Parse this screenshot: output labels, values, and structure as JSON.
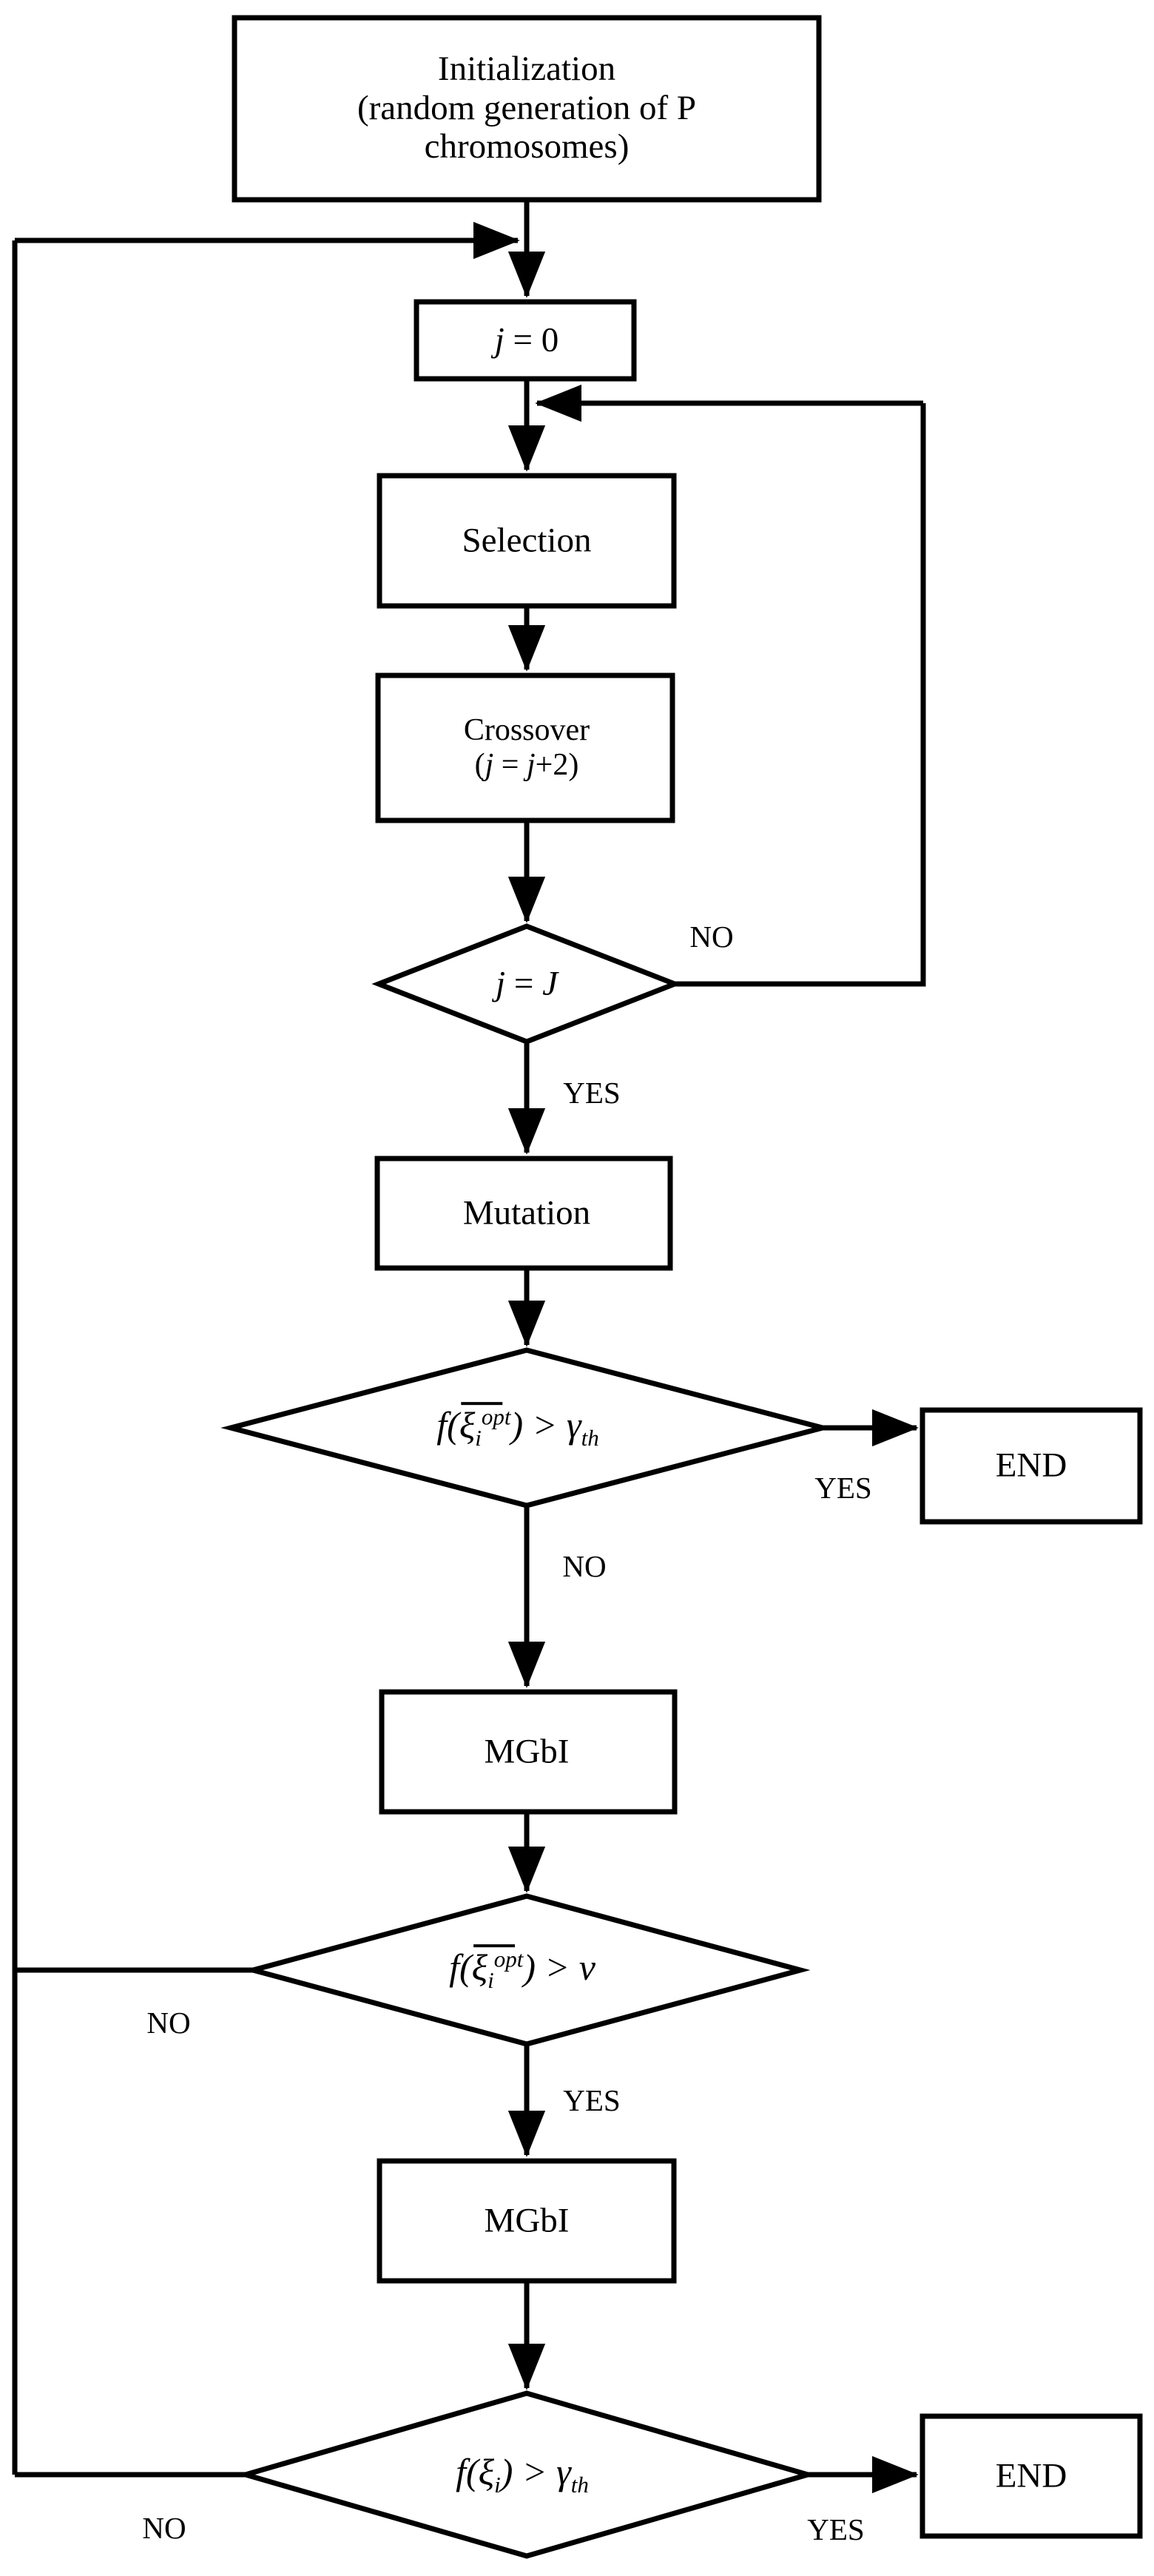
{
  "diagram": {
    "title": "Genetic algorithm with MGbI flowchart",
    "colors": {
      "stroke": "#000000",
      "fill": "#ffffff",
      "background": "#ffffff"
    }
  },
  "nodes": {
    "init": {
      "type": "process",
      "line1": "Initialization",
      "line2": "(random generation of P",
      "line3": "chromosomes)"
    },
    "j_init": {
      "type": "process",
      "text_j": "j",
      "text_rest": " = 0"
    },
    "selection": {
      "type": "process",
      "label": "Selection"
    },
    "crossover": {
      "type": "process",
      "line1": "Crossover",
      "line2_open": "(",
      "line2_j1": "j",
      "line2_eq": " = ",
      "line2_j2": "j",
      "line2_tail": "+2)"
    },
    "decide_j": {
      "type": "decision",
      "lhs": "j",
      "mid": " = ",
      "rhs": "J"
    },
    "mutation": {
      "type": "process",
      "label": "Mutation"
    },
    "decide_fopt_gamma": {
      "type": "decision",
      "f": "f",
      "open": "(",
      "xi": "ξ",
      "sup": "opt",
      "sub": "i",
      "close": ")",
      "op": " > ",
      "gamma": "γ",
      "gamma_sub": "th"
    },
    "end_1": {
      "type": "terminal",
      "label": "END"
    },
    "mgbi_1": {
      "type": "process",
      "label": "MGbI"
    },
    "decide_fopt_nu": {
      "type": "decision",
      "f": "f",
      "open": "(",
      "xi": "ξ",
      "sup": "opt",
      "sub": "i",
      "close": ")",
      "op": " > ",
      "nu": "v"
    },
    "mgbi_2": {
      "type": "process",
      "label": "MGbI"
    },
    "decide_f_gamma": {
      "type": "decision",
      "f": "f",
      "open": "(",
      "xi": "ξ",
      "sub": "i",
      "close": ")",
      "op": " > ",
      "gamma": "γ",
      "gamma_sub": "th"
    },
    "end_2": {
      "type": "terminal",
      "label": "END"
    }
  },
  "branch_labels": {
    "decide_j_no": "NO",
    "decide_j_yes": "YES",
    "fopt_gamma_yes": "YES",
    "fopt_gamma_no": "NO",
    "fopt_nu_no": "NO",
    "fopt_nu_yes": "YES",
    "f_gamma_no": "NO",
    "f_gamma_yes": "YES"
  }
}
